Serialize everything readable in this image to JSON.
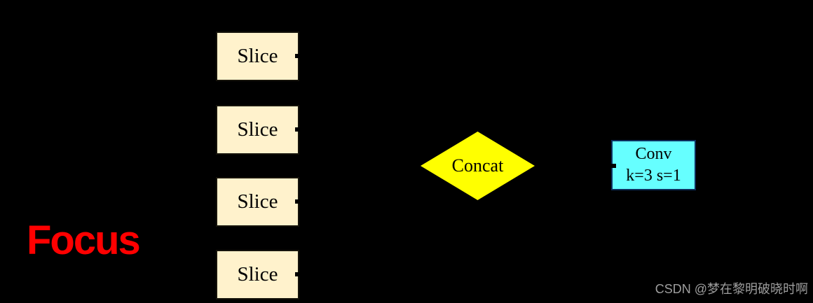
{
  "page": {
    "background": "#000000"
  },
  "diagram": {
    "title": {
      "text": "Focus",
      "color": "#ff0000"
    },
    "slice_style": {
      "fill": "#fff2cc",
      "border": "#15130b"
    },
    "slice_nodes": [
      {
        "label": "Slice"
      },
      {
        "label": "Slice"
      },
      {
        "label": "Slice"
      },
      {
        "label": "Slice"
      }
    ],
    "concat_node": {
      "label": "Concat",
      "fill": "#ffff00"
    },
    "conv_node": {
      "line1": "Conv",
      "line2": "k=3 s=1",
      "fill": "#66ffff",
      "border": "#0d2f5e"
    }
  },
  "watermark": {
    "text": "CSDN @梦在黎明破晓时啊",
    "color": "#9e9e9e"
  }
}
